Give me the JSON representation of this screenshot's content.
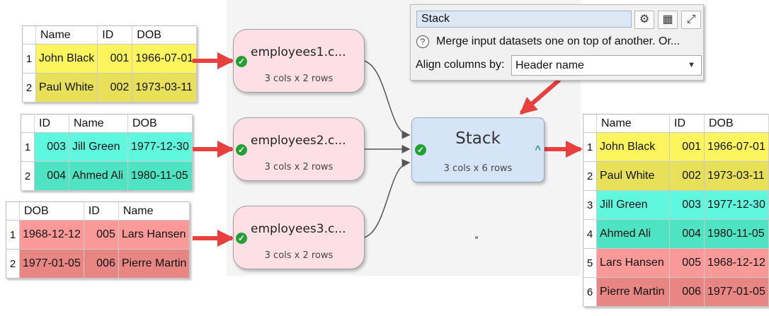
{
  "colors": {
    "yellow_light": "#fdf55d",
    "yellow_dark": "#e9e05a",
    "teal_light": "#5ff7de",
    "teal_dark": "#4ee3c3",
    "red_light": "#f99a98",
    "red_dark": "#e88683",
    "source_node_bg": "#fde0e6",
    "stack_node_bg": "#d5e5f7",
    "arrow_red": "#e8403e",
    "ok_green": "#22a033"
  },
  "table1": {
    "headers": [
      "Name",
      "ID",
      "DOB"
    ],
    "rows": [
      {
        "n": "1",
        "cells": [
          "John Black",
          "001",
          "1966-07-01"
        ]
      },
      {
        "n": "2",
        "cells": [
          "Paul White",
          "002",
          "1973-03-11"
        ]
      }
    ]
  },
  "table2": {
    "headers": [
      "ID",
      "Name",
      "DOB"
    ],
    "rows": [
      {
        "n": "1",
        "cells": [
          "003",
          "Jill Green",
          "1977-12-30"
        ]
      },
      {
        "n": "2",
        "cells": [
          "004",
          "Ahmed Ali",
          "1980-11-05"
        ]
      }
    ]
  },
  "table3": {
    "headers": [
      "DOB",
      "ID",
      "Name"
    ],
    "rows": [
      {
        "n": "1",
        "cells": [
          "1968-12-12",
          "005",
          "Lars Hansen"
        ]
      },
      {
        "n": "2",
        "cells": [
          "1977-01-05",
          "006",
          "Pierre Martin"
        ]
      }
    ]
  },
  "nodes": {
    "emp1": {
      "title": "employees1.c...",
      "sub": "3 cols x 2 rows"
    },
    "emp2": {
      "title": "employees2.c...",
      "sub": "3 cols x 2 rows"
    },
    "emp3": {
      "title": "employees3.c...",
      "sub": "3 cols x 2 rows"
    },
    "stack": {
      "title": "Stack",
      "sub": "3 cols x 6 rows",
      "caret": "^"
    }
  },
  "panel": {
    "name_value": "Stack",
    "help_glyph": "?",
    "description": "Merge input datasets one on top of another. Or...",
    "align_label": "Align columns by:",
    "align_value": "Header name",
    "icons": [
      "settings-gears-icon",
      "table-view-icon",
      "maximize-icon"
    ]
  },
  "output_table": {
    "headers": [
      "Name",
      "ID",
      "DOB"
    ],
    "rows": [
      {
        "n": "1",
        "cells": [
          "John Black",
          "001",
          "1966-07-01"
        ]
      },
      {
        "n": "2",
        "cells": [
          "Paul White",
          "002",
          "1973-03-11"
        ]
      },
      {
        "n": "3",
        "cells": [
          "Jill Green",
          "003",
          "1977-12-30"
        ]
      },
      {
        "n": "4",
        "cells": [
          "Ahmed Ali",
          "004",
          "1980-11-05"
        ]
      },
      {
        "n": "5",
        "cells": [
          "Lars Hansen",
          "005",
          "1968-12-12"
        ]
      },
      {
        "n": "6",
        "cells": [
          "Pierre Martin",
          "006",
          "1977-01-05"
        ]
      }
    ]
  }
}
